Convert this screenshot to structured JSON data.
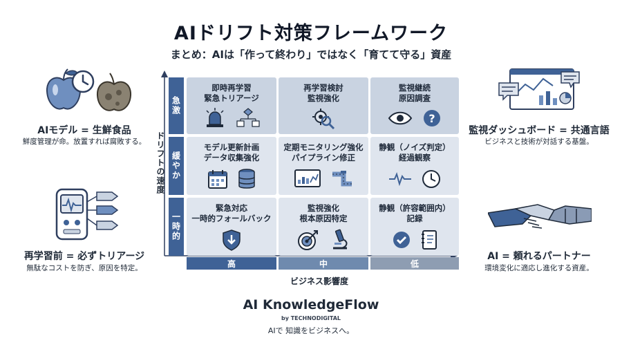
{
  "title": "AIドリフト対策フレームワーク",
  "subtitle": "まとめ：AIは「作って終わり」ではなく「育てて守る」資産",
  "left_top": {
    "title": "AIモデル = 生鮮食品",
    "desc": "鮮度管理が命。放置すれば腐敗する。"
  },
  "left_bottom": {
    "title": "再学習前 = 必ずトリアージ",
    "desc": "無駄なコストを防ぎ、原因を特定。"
  },
  "right_top": {
    "title": "監視ダッシュボード = 共通言語",
    "desc": "ビジネスと技術が対話する基盤。"
  },
  "right_bottom": {
    "title": "AI = 頼れるパートナー",
    "desc": "環境変化に適応し進化する資産。"
  },
  "matrix": {
    "y_axis_label": "ドリフトの速度",
    "x_axis_label": "ビジネス影響度",
    "rows": [
      "急激",
      "緩やか",
      "一時的"
    ],
    "cols": [
      "高",
      "中",
      "低"
    ],
    "cells": [
      [
        {
          "l1": "即時再学習",
          "l2": "緊急トリアージ"
        },
        {
          "l1": "再学習検討",
          "l2": "監視強化"
        },
        {
          "l1": "監視継続",
          "l2": "原因調査"
        }
      ],
      [
        {
          "l1": "モデル更新計画",
          "l2": "データ収集強化"
        },
        {
          "l1": "定期モニタリング強化",
          "l2": "パイプライン修正"
        },
        {
          "l1": "静観（ノイズ判定）",
          "l2": "経過観察"
        }
      ],
      [
        {
          "l1": "緊急対応",
          "l2": "一時的フォールバック"
        },
        {
          "l1": "監視強化",
          "l2": "根本原因特定"
        },
        {
          "l1": "静観（許容範囲内）",
          "l2": "記録"
        }
      ]
    ]
  },
  "brand": {
    "name": "AI KnowledgeFlow",
    "by": "by TECHNODIGITAL",
    "tagline": "AIで 知識をビジネスへ。"
  },
  "colors": {
    "accent": "#3f6296",
    "cell_light": "#dfe5ee",
    "cell_mid": "#c9d3e1",
    "icon": "#2f4f7f"
  }
}
